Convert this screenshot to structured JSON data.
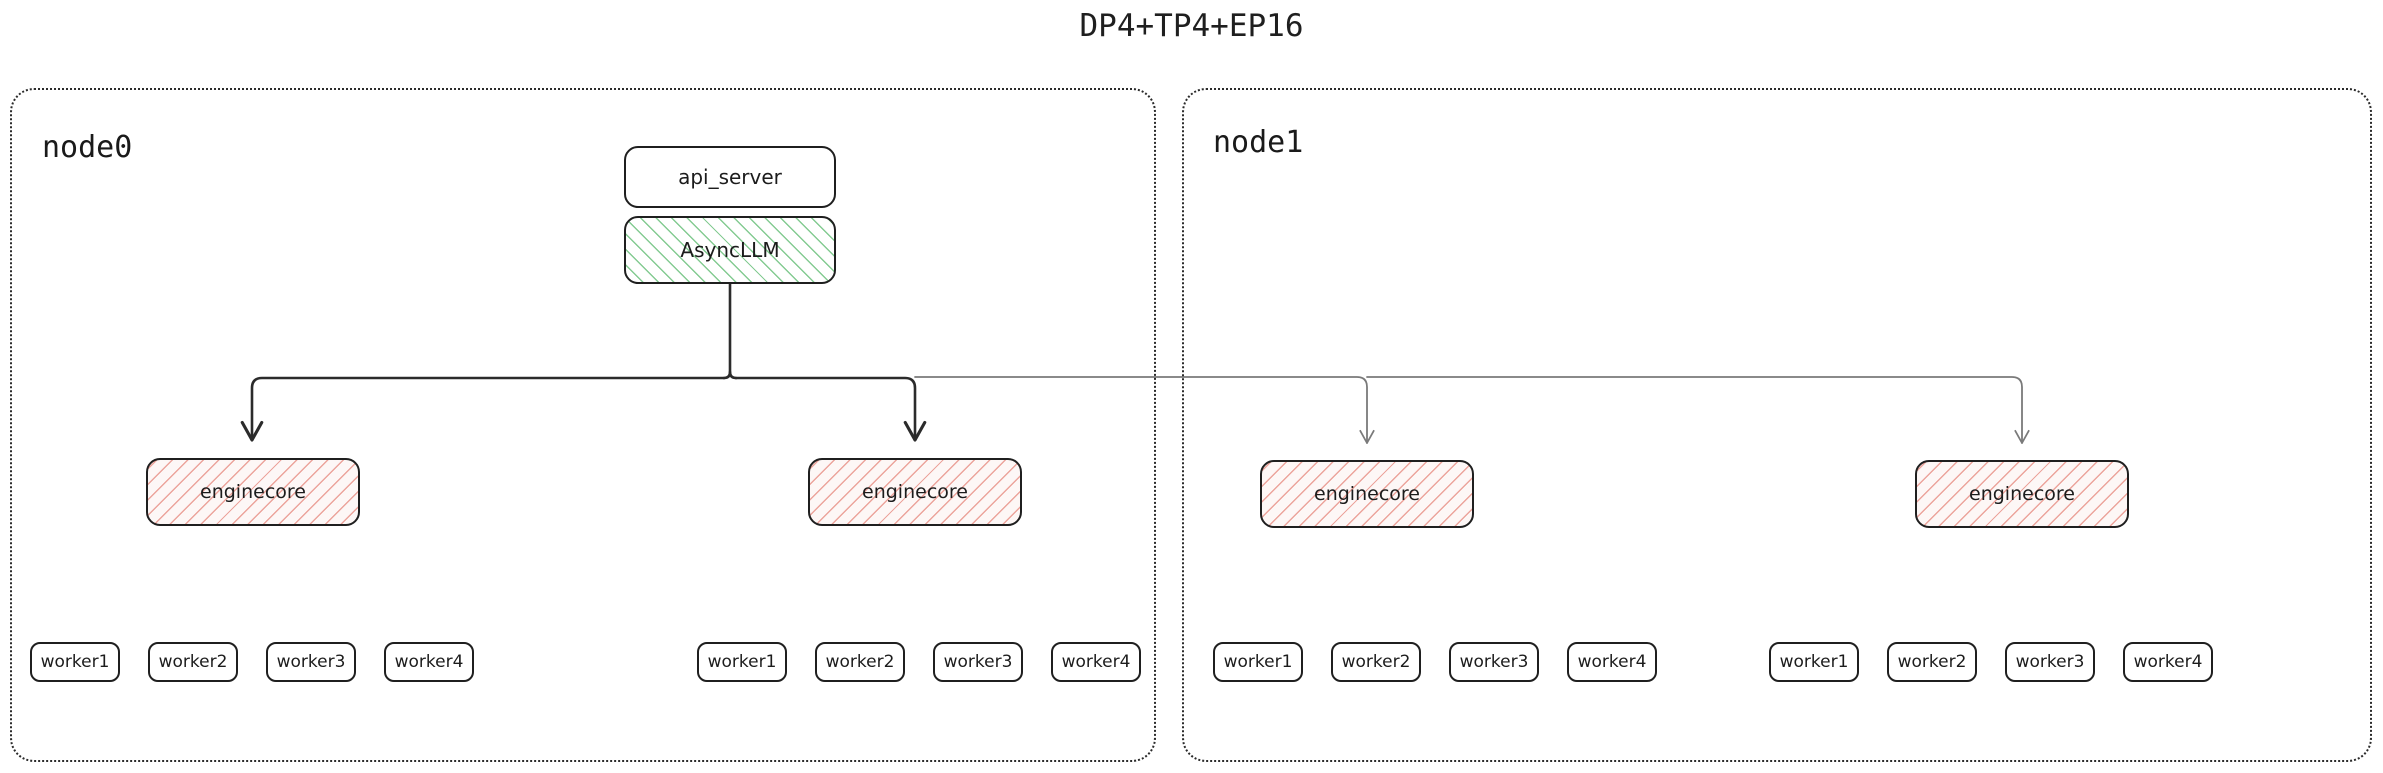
{
  "title": "DP4+TP4+EP16",
  "colors": {
    "stroke": "#1f1f1f",
    "edge_dark": "#2b2b2b",
    "edge_light": "#7a7a7a",
    "hatch_green": "#7ec88c",
    "hatch_pink": "#e9968c",
    "container_border": "#2b2b2b",
    "background": "#ffffff"
  },
  "nodes": [
    {
      "id": "node0",
      "label": "node0",
      "frontend": {
        "api_server": "api_server",
        "async_llm": "AsyncLLM"
      },
      "enginecores": [
        {
          "label": "enginecore",
          "workers": [
            "worker1",
            "worker2",
            "worker3",
            "worker4"
          ]
        },
        {
          "label": "enginecore",
          "workers": [
            "worker1",
            "worker2",
            "worker3",
            "worker4"
          ]
        }
      ]
    },
    {
      "id": "node1",
      "label": "node1",
      "enginecores": [
        {
          "label": "enginecore",
          "workers": [
            "worker1",
            "worker2",
            "worker3",
            "worker4"
          ]
        },
        {
          "label": "enginecore",
          "workers": [
            "worker1",
            "worker2",
            "worker3",
            "worker4"
          ]
        }
      ]
    }
  ]
}
